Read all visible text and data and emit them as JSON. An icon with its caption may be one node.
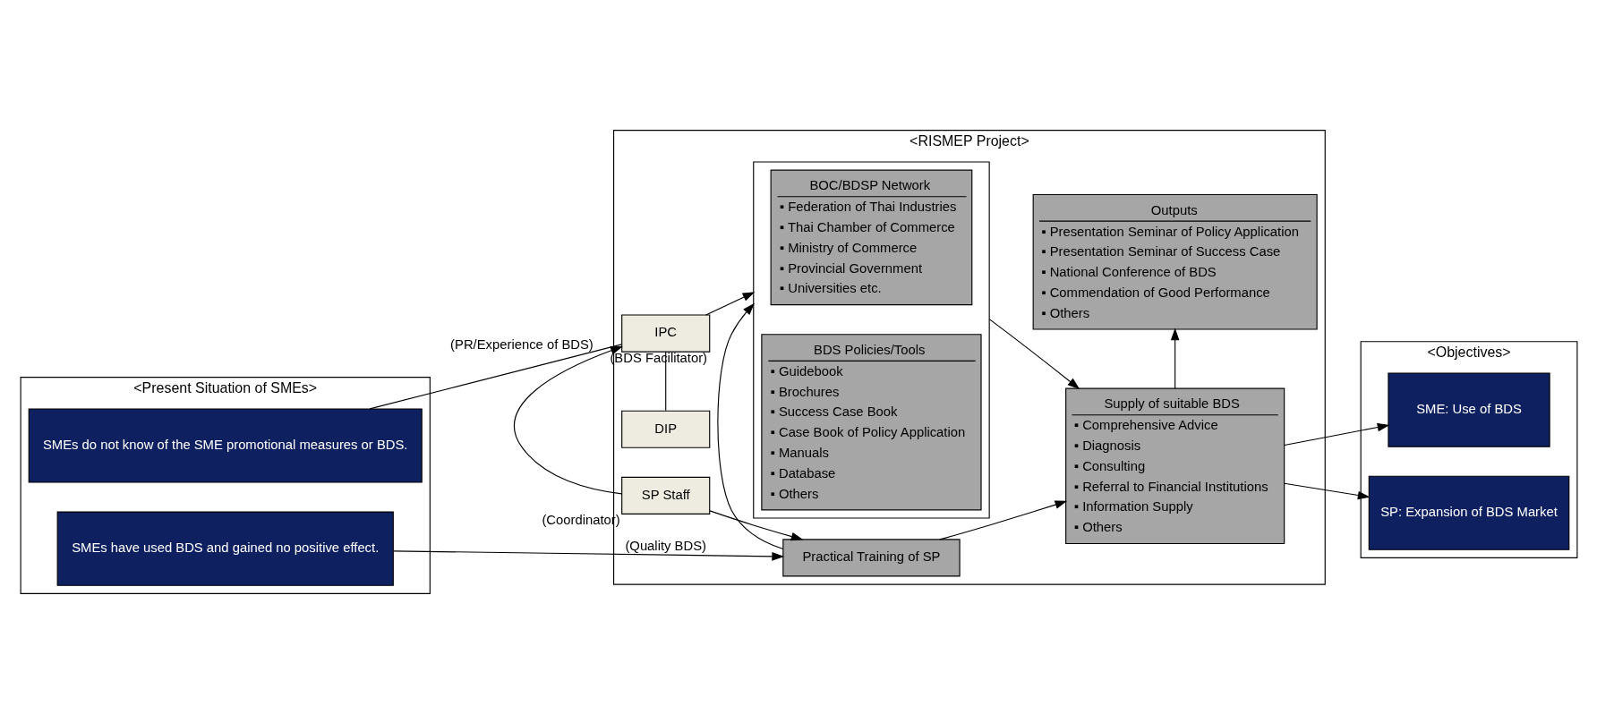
{
  "diagram": {
    "nodes": [
      {
        "text": [
          "<Present Situation of SMEs>"
        ]
      },
      {
        "text": [
          "SMEs do not know of the SME promotional measures or BDS."
        ],
        "in": 0
      },
      {
        "text": [
          "SMEs have used BDS and gained no positive effect."
        ],
        "in": 0
      },
      {
        "text": [
          "<RISMEP Project>"
        ]
      },
      {
        "text": [
          "DIP"
        ],
        "in": 3
      },
      {
        "text": [
          "IPC"
        ],
        "in": 3,
        "beside": [
          "(BDS Facilitator)"
        ]
      },
      {
        "text": [
          "SP Staff"
        ],
        "in": 3,
        "beside": [
          "(Coordinator)"
        ]
      },
      {
        "text": [],
        "shape": "box",
        "in": 3
      },
      {
        "text": [
          "BOC/BDSP Network",
          "▪ Federation of Thai Industries",
          "▪ Thai Chamber of Commerce",
          "▪ Ministry of Commerce",
          "▪ Provincial Government",
          "▪ Universities etc."
        ],
        "in": 7
      },
      {
        "text": [
          "BDS Policies/Tools",
          "▪ Guidebook",
          "▪ Brochures",
          "▪ Success Case Book",
          "▪ Case Book of Policy Application",
          "▪ Manuals",
          "▪ Database",
          "▪ Others"
        ],
        "in": 7
      },
      {
        "text": [
          "Practical Training of SP"
        ],
        "in": 3
      },
      {
        "text": [
          "Supply of suitable BDS",
          "▪ Comprehensive Advice",
          "▪ Diagnosis",
          "▪ Consulting",
          "▪ Referral to Financial Institutions",
          "▪ Information Supply",
          "▪ Others"
        ],
        "in": 3
      },
      {
        "text": [
          "Outputs",
          "▪ Presentation Seminar of Policy Application",
          "▪ Presentation Seminar of Success Case",
          "▪ National Conference of BDS",
          "▪ Commendation of Good Performance",
          "▪ Others"
        ],
        "in": 3
      },
      {
        "text": [
          "<Objectives>"
        ]
      },
      {
        "text": [
          "SME: Use of BDS"
        ],
        "in": 13
      },
      {
        "text": [
          "SP: Expansion of BDS Market"
        ],
        "in": 13
      }
    ],
    "edges": [
      {
        "from": 1,
        "to": 5,
        "arrow": "none",
        "label": "(PR/Experience of BDS)"
      },
      {
        "from": 4,
        "to": 5,
        "arrow": "none"
      },
      {
        "from": 5,
        "to": 7,
        "arrow": "to"
      },
      {
        "from": 6,
        "to": 5,
        "arrow": "to"
      },
      {
        "from": 6,
        "to": 10,
        "arrow": "to"
      },
      {
        "from": 2,
        "to": 10,
        "arrow": "to",
        "label": "(Quality BDS)"
      },
      {
        "from": 10,
        "to": 7,
        "arrow": "to"
      },
      {
        "from": 7,
        "to": 11,
        "arrow": "to"
      },
      {
        "from": 10,
        "to": 11,
        "arrow": "to"
      },
      {
        "from": 11,
        "to": 12,
        "arrow": "to"
      },
      {
        "from": 11,
        "to": 14,
        "arrow": "to"
      },
      {
        "from": 11,
        "to": 15,
        "arrow": "to"
      }
    ]
  }
}
